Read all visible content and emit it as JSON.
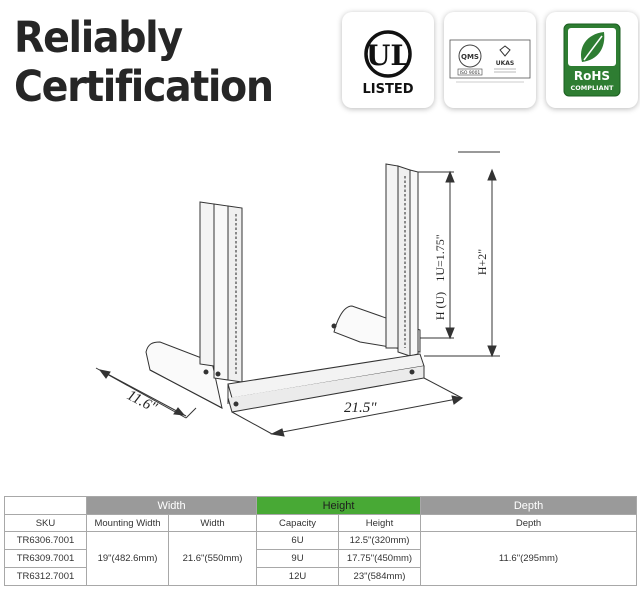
{
  "headline": {
    "line1": "Reliably",
    "line2": "Certification"
  },
  "badges": {
    "ul": {
      "mark": "UL",
      "listed": "LISTED"
    },
    "iso": {
      "letters": "QMS",
      "iso_label": "ISO 9001",
      "ukas_label": "UKAS"
    },
    "rohs": {
      "label": "RoHS",
      "compliant": "COMPLIANT"
    }
  },
  "drawing": {
    "depth": "11.6\"",
    "width": "21.5\"",
    "unit_height": "1U=1.75\"",
    "height_u": "H (U)",
    "height_total": "H+2\""
  },
  "table": {
    "groups": [
      "Width",
      "Height",
      "Depth"
    ],
    "subheaders": [
      "SKU",
      "Mounting Width",
      "Width",
      "Capacity",
      "Height",
      "Depth"
    ],
    "rows": [
      {
        "sku": "TR6306.7001",
        "capacity": "6U",
        "height": "12.5\"(320mm)"
      },
      {
        "sku": "TR6309.7001",
        "capacity": "9U",
        "height": "17.75\"(450mm)"
      },
      {
        "sku": "TR6312.7001",
        "capacity": "12U",
        "height": "23\"(584mm)"
      }
    ],
    "mounting_width": "19\"(482.6mm)",
    "width": "21.6\"(550mm)",
    "depth": "11.6\"(295mm)"
  },
  "colors": {
    "width_header": "#9a9a9a",
    "height_header": "#48a935",
    "depth_header": "#9a9a9a",
    "rohs_green": "#2e7d32"
  }
}
